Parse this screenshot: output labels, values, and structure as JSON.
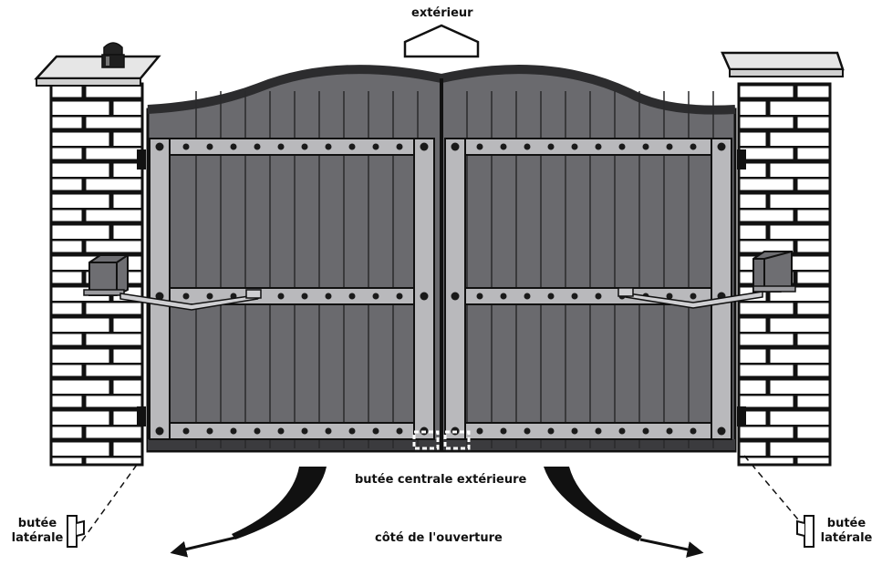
{
  "labels": {
    "exterior": "extérieur",
    "central_stop": "butée centrale extérieure",
    "opening_side": "côté de l'ouverture",
    "left_stop_line1": "butée",
    "left_stop_line2": "latérale",
    "right_stop_line1": "butée",
    "right_stop_line2": "latérale"
  },
  "colors": {
    "gate": "#6a6a6e",
    "gate_dark": "#3b3b3e",
    "frame": "#b9b9bc",
    "outline": "#111111",
    "wall": "#ffffff",
    "cap": "#e6e6e6",
    "motor": "#6e6e72",
    "lamp": "#222222"
  }
}
